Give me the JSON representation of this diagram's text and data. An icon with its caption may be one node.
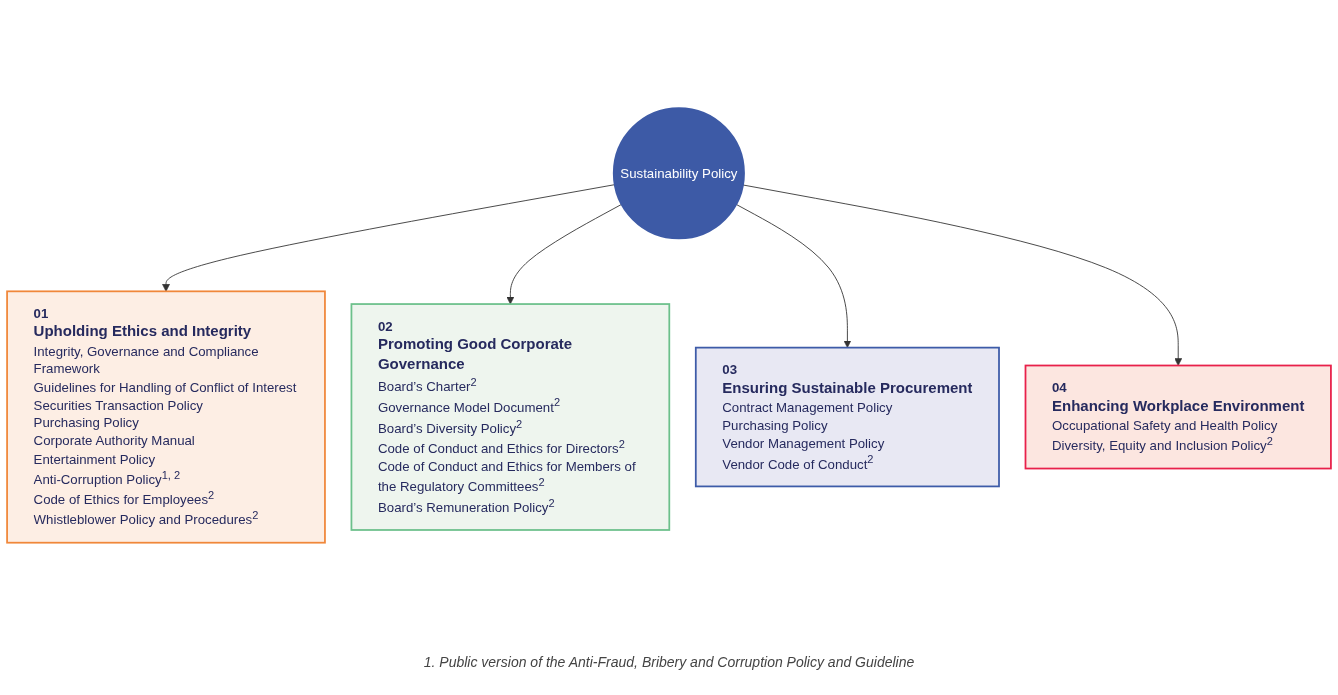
{
  "diagram": {
    "nodes": [
      {
        "text": [
          "Sustainability Policy"
        ]
      },
      {
        "text": [
          "01",
          "Upholding Ethics and Integrity",
          "Integrity, Governance and Compliance Framework",
          "Guidelines for Handling of Conflict of Interest",
          "Securities Transaction Policy",
          "Purchasing Policy",
          "Corporate Authority Manual",
          "Entertainment Policy",
          "Anti-Corruption Policy$^{1, 2}$",
          "Code of Ethics for Employees$^{2}$",
          "Whistleblower Policy and Procedures$^{2}$"
        ]
      },
      {
        "text": [
          "02",
          "Promoting Good Corporate Governance",
          "Board’s Charter$^{2}$",
          "Governance Model Document$^{2}$",
          "Board’s Diversity Policy$^{2}$",
          "Code of Conduct and Ethics for Directors$^{2}$",
          "Code of Conduct and Ethics for Members of the Regulatory Committees$^{2}$",
          "Board’s Remuneration Policy$^{2}$"
        ]
      },
      {
        "text": [
          "03",
          "Ensuring Sustainable Procurement",
          "Contract Management Policy",
          "Purchasing Policy",
          "Vendor Management Policy",
          "Vendor Code of Conduct$^{2}$"
        ]
      },
      {
        "text": [
          "04",
          "Enhancing Workplace Environment",
          "Occupational Safety and Health Policy",
          "Diversity, Equity and Inclusion Policy$^{2}$"
        ]
      }
    ],
    "edges": [
      {
        "from": 0,
        "to": 1,
        "arrow": "to"
      },
      {
        "from": 0,
        "to": 2,
        "arrow": "to"
      },
      {
        "from": 0,
        "to": 3,
        "arrow": "to"
      },
      {
        "from": 0,
        "to": 4,
        "arrow": "to"
      }
    ],
    "labels": [
      "1. Public version of the Anti-Fraud, Bribery and Corruption Policy and Guideline"
    ]
  }
}
